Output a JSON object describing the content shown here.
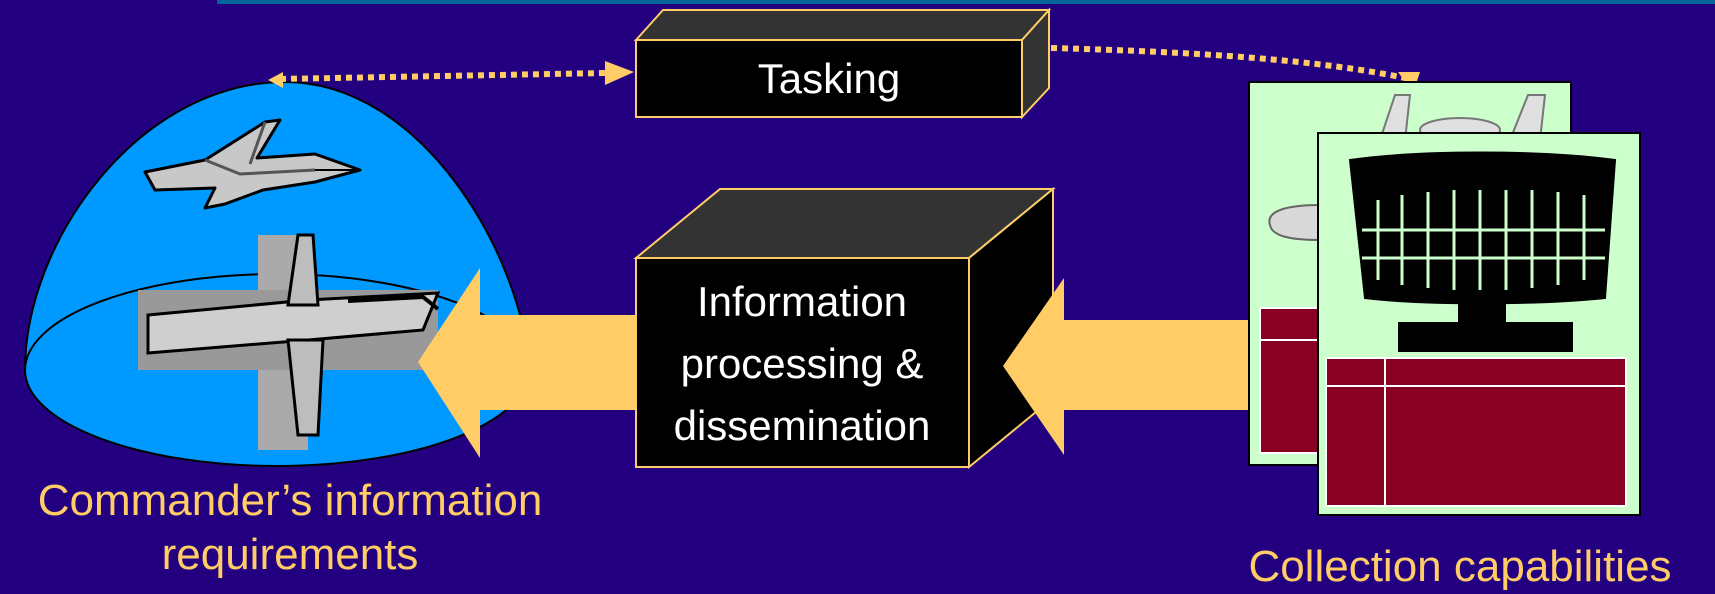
{
  "tasking_box": {
    "label": "Tasking"
  },
  "processing_box": {
    "lines": [
      "Information",
      "processing &",
      "dissemination"
    ]
  },
  "labels": {
    "commander": [
      "Commander’s information",
      "requirements"
    ],
    "collection": "Collection capabilities"
  },
  "icons": {
    "dome": "airspace-dome-icon",
    "fighter_top": "fighter-jet-icon",
    "fighter_bottom": "fighter-jet-icon",
    "aircraft": "surveillance-aircraft-icon",
    "radar": "radar-antenna-icon"
  },
  "colors": {
    "background": "#23007f",
    "top_bar": "#00669a",
    "box_fill": "#000000",
    "box_outline": "#ffcc66",
    "box_depth": "#333333",
    "arrow_fill": "#ffcc66",
    "dome_fill": "#0099ff",
    "label_text": "#ffcc66",
    "card_fill": "#ccffcc",
    "card_panel": "#880022"
  }
}
